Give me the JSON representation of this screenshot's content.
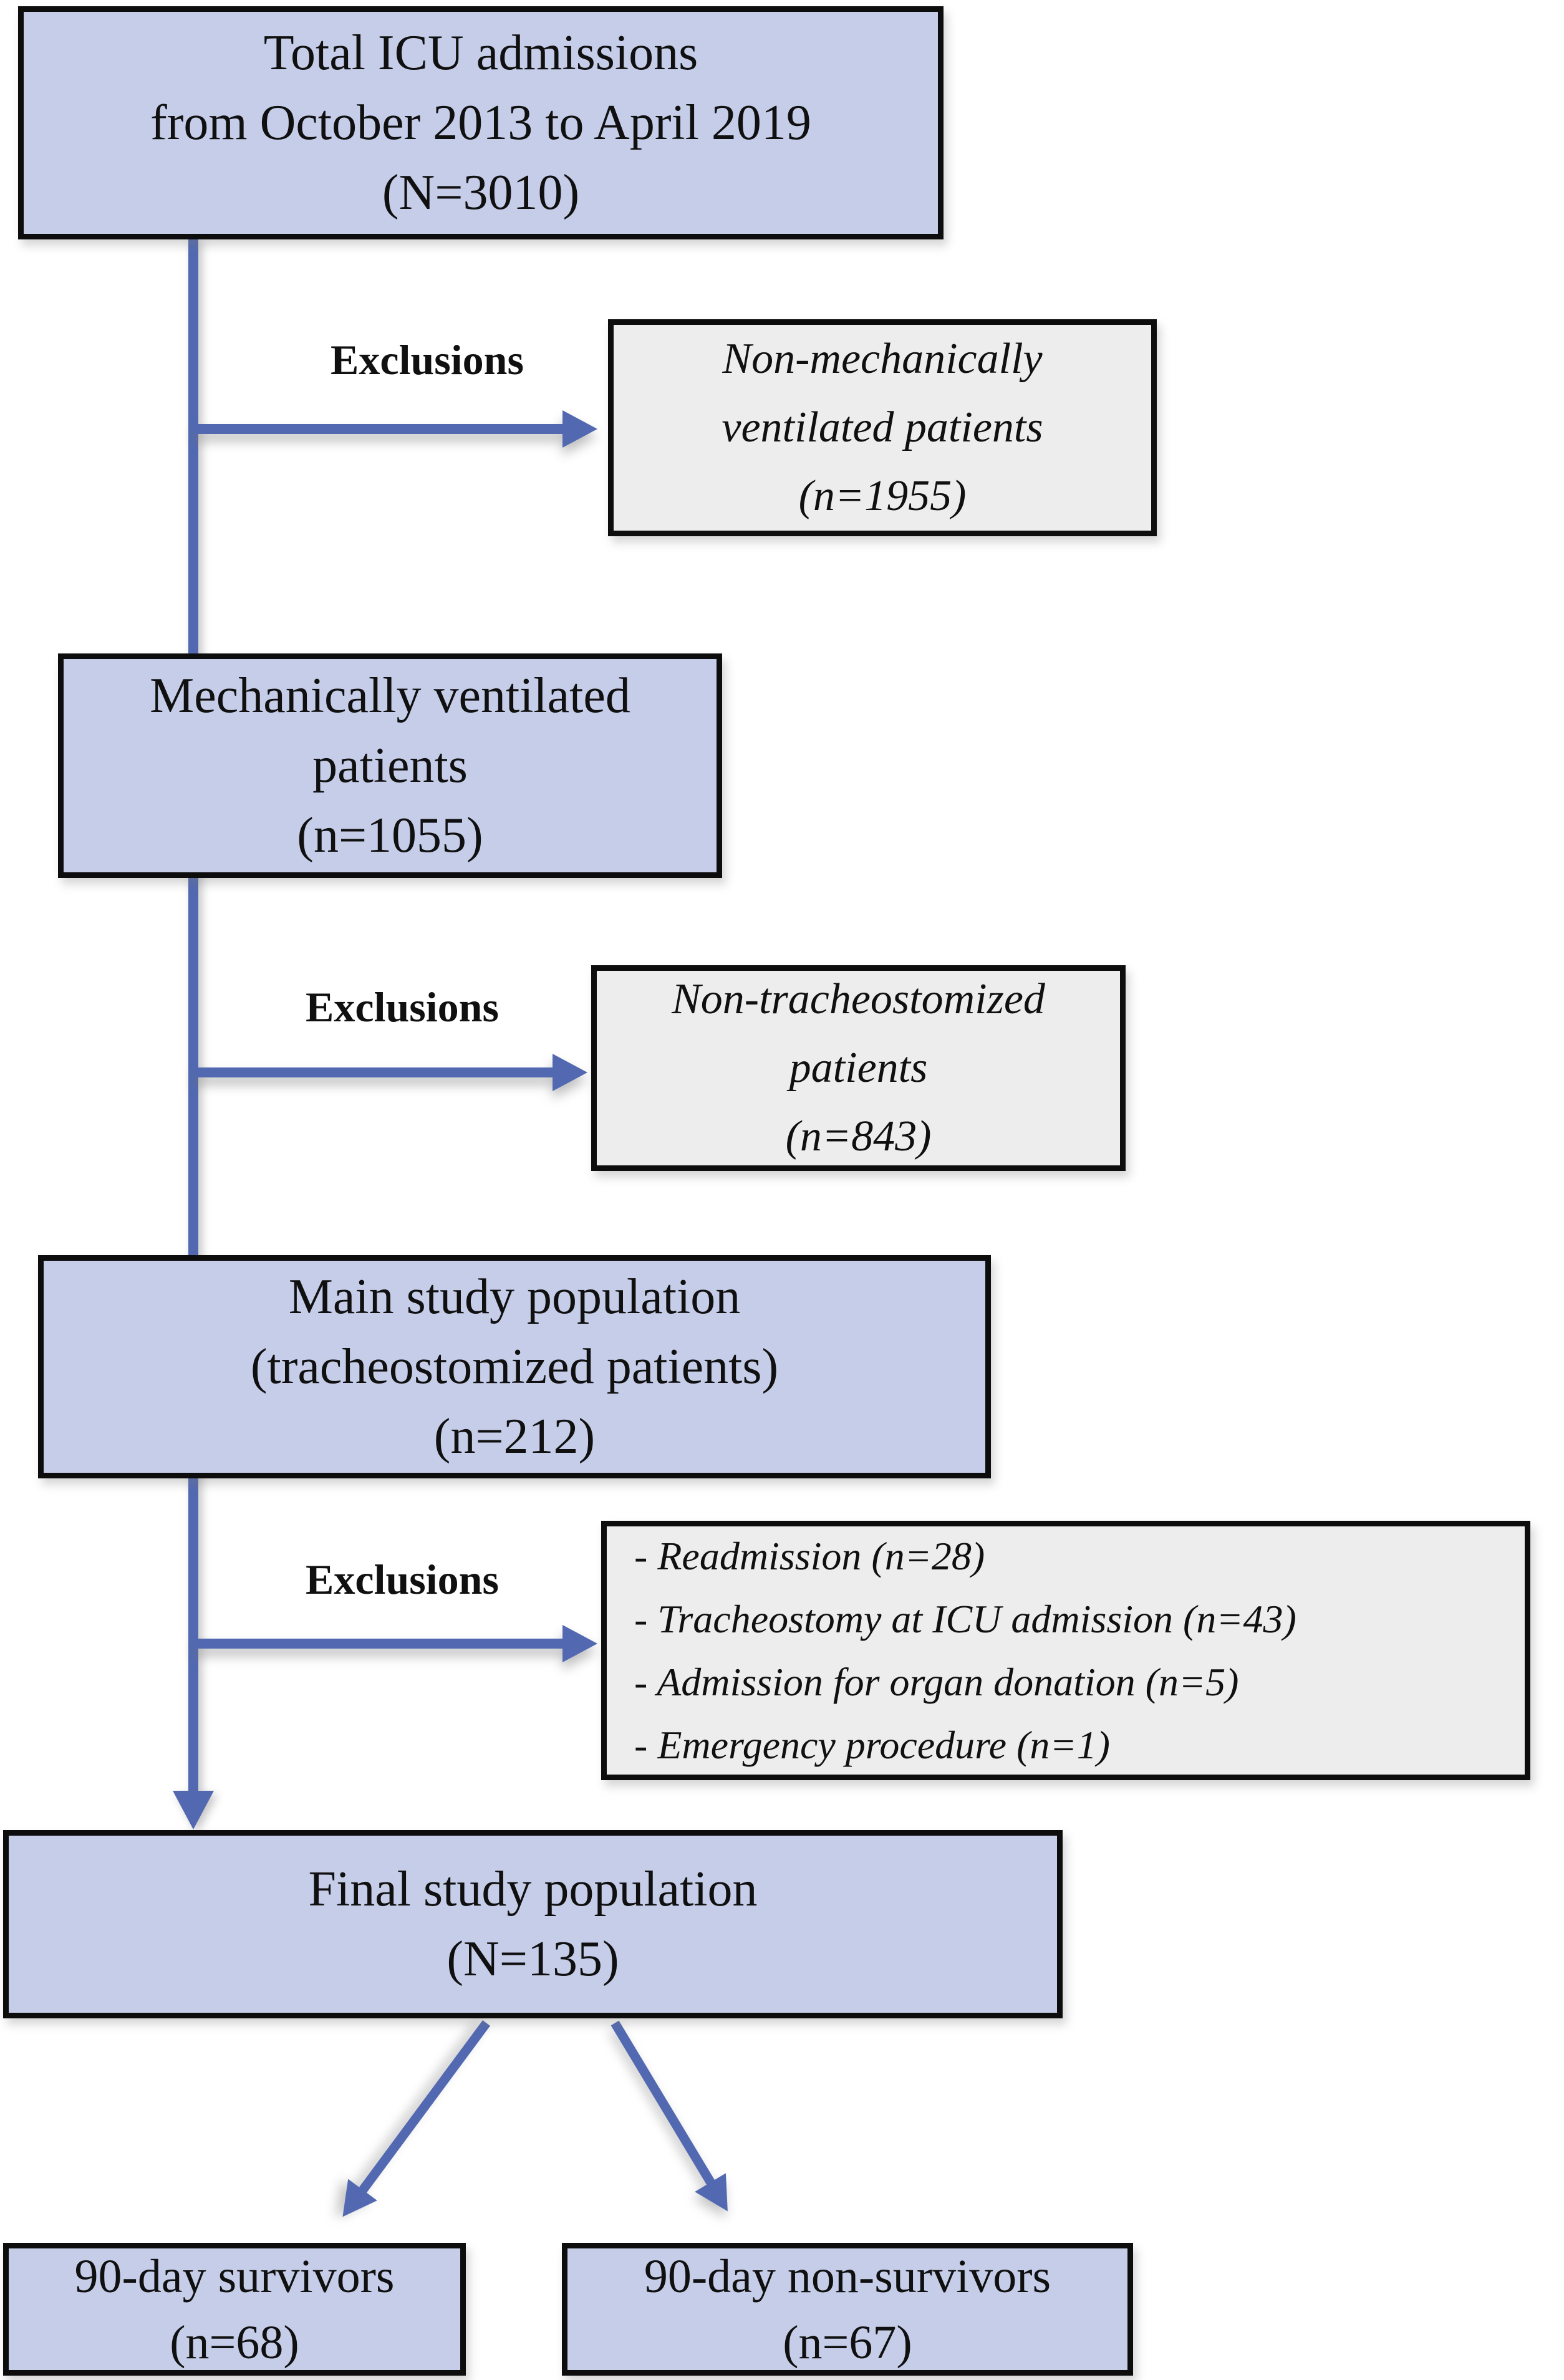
{
  "colors": {
    "box_fill": "#c5cde9",
    "excl_fill": "#ededed",
    "arrow": "#5269b2",
    "border": "#0d0d0d"
  },
  "boxes": {
    "total": {
      "lines": [
        "Total ICU admissions",
        "from October 2013 to April 2019",
        "(N=3010)"
      ]
    },
    "excl1": {
      "label": "Exclusions",
      "lines": [
        "Non-mechanically",
        "ventilated patients",
        "(n=1955)"
      ]
    },
    "mech": {
      "lines": [
        "Mechanically ventilated",
        "patients",
        "(n=1055)"
      ]
    },
    "excl2": {
      "label": "Exclusions",
      "lines": [
        "Non-tracheostomized",
        "patients",
        "(n=843)"
      ]
    },
    "main": {
      "lines": [
        "Main study population",
        "(tracheostomized patients)",
        "(n=212)"
      ]
    },
    "excl3": {
      "label": "Exclusions",
      "lines": [
        "- Readmission (n=28)",
        "- Tracheostomy at ICU admission (n=43)",
        "- Admission for organ donation (n=5)",
        "- Emergency procedure (n=1)"
      ]
    },
    "final": {
      "lines": [
        "Final study population",
        "(N=135)"
      ]
    },
    "survivors": {
      "lines": [
        "90-day survivors",
        "(n=68)"
      ]
    },
    "nonsurvivors": {
      "lines": [
        "90-day non-survivors",
        "(n=67)"
      ]
    }
  }
}
